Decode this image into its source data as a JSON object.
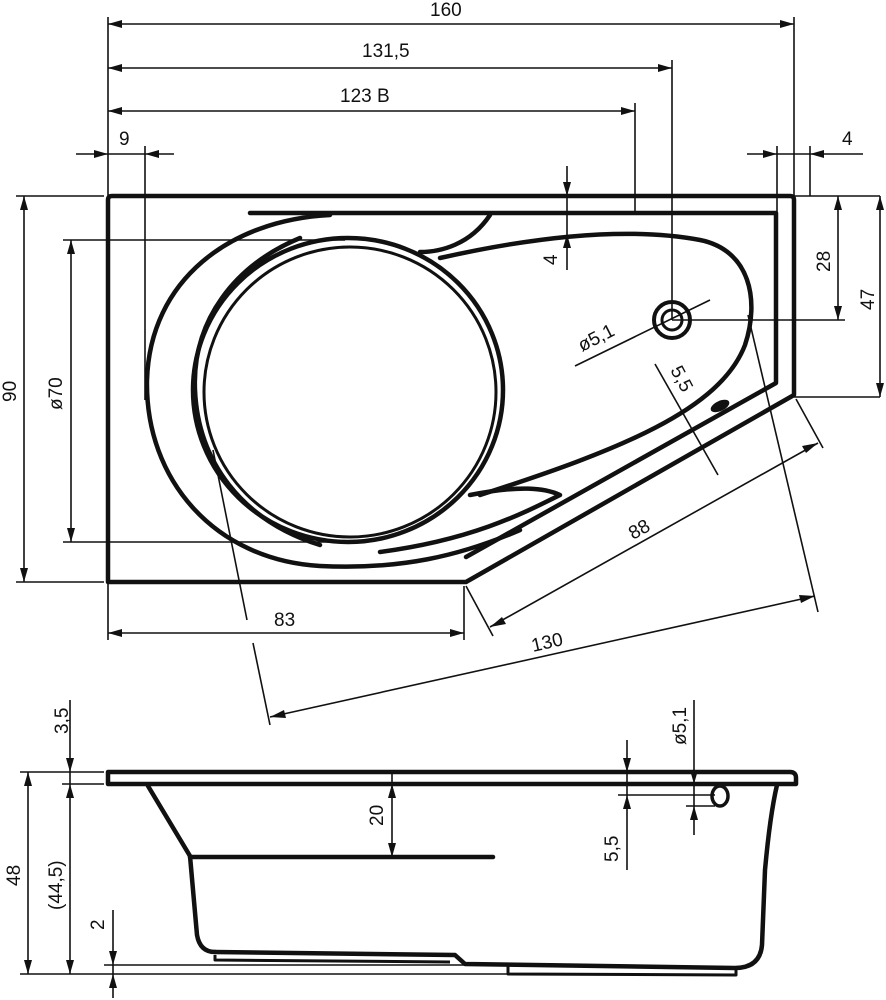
{
  "drawing": {
    "subject": "Corner bathtub technical drawing",
    "views": [
      "top-view",
      "side-section-view"
    ],
    "line_color": "#111111",
    "background": "#ffffff"
  },
  "top_view": {
    "dimensions": {
      "overall_length": "160",
      "drain_position": "131,5",
      "inner_length": "123 B",
      "left_rim": "9",
      "right_rim": "4",
      "top_rim": "4",
      "overall_width": "90",
      "basin_diameter": "ø70",
      "drain_offset": "28",
      "right_edge_height": "47",
      "drain_diameter": "ø5,1",
      "overflow_offset": "5,5",
      "short_straight": "83",
      "angled_side": "88",
      "diagonal": "130"
    }
  },
  "side_view": {
    "dimensions": {
      "rim_thickness": "3,5",
      "overall_height": "48",
      "inner_depth": "(44,5)",
      "seat_depth": "20",
      "feet_height": "2",
      "drain_offset": "5,5",
      "drain_diameter": "ø5,1"
    }
  }
}
